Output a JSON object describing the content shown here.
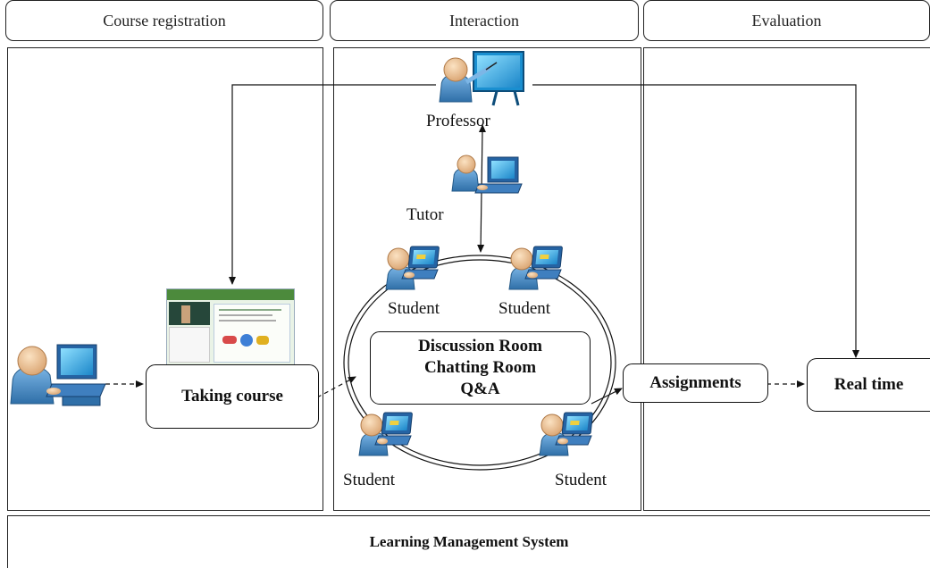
{
  "headers": {
    "registration": "Course registration",
    "interaction": "Interaction",
    "evaluation": "Evaluation"
  },
  "roles": {
    "professor": "Professor",
    "tutor": "Tutor",
    "student": "Student"
  },
  "boxes": {
    "taking_course": "Taking course",
    "discussion_room": "Discussion Room",
    "chatting_room": "Chatting Room",
    "qa": "Q&A",
    "assignments": "Assignments",
    "real_time": "Real time"
  },
  "footer": "Learning Management System",
  "colors": {
    "person_skin": "#f2c79a",
    "person_body": "#4a8fc6",
    "monitor": "#2b6fb0",
    "screen": "#3fb3e8",
    "board": "#1a8fd0"
  }
}
